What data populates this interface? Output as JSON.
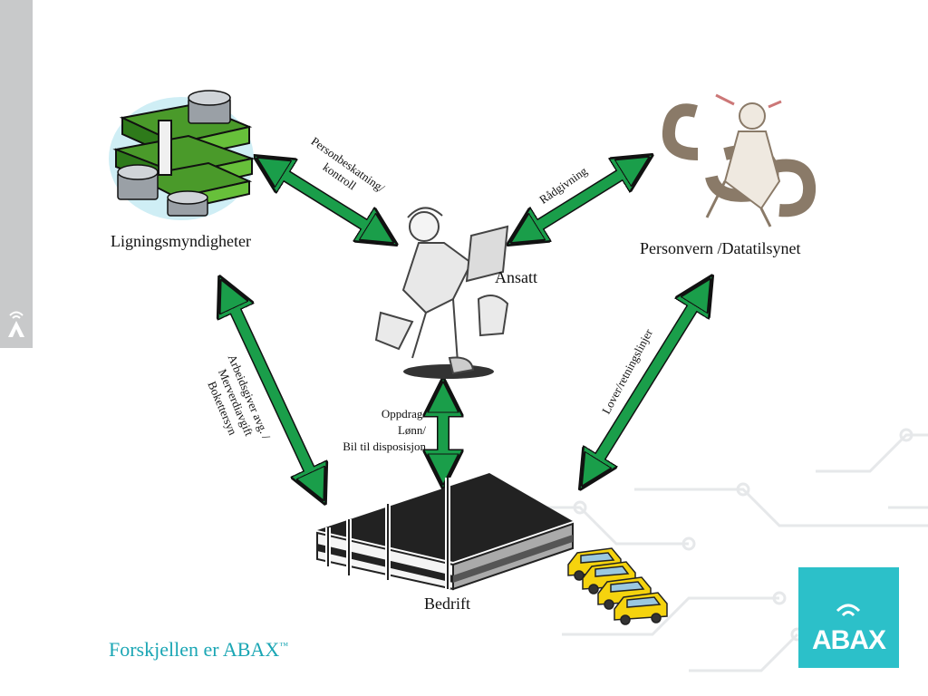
{
  "nodes": {
    "tax": "Ligningsmyndigheter",
    "privacy": "Personvern /Datatilsynet",
    "employee": "Ansatt",
    "company": "Bedrift"
  },
  "edges": {
    "tax_employee": [
      "Personbeskatning/",
      "kontroll"
    ],
    "employee_privacy": "Rådgivning",
    "tax_company": [
      "Arbeidsgiver avg. /",
      "Merverdiavgift",
      "Bokettersyn"
    ],
    "privacy_company": "Lover/retningslinjer",
    "employee_company": [
      "Oppdrag/",
      "Lønn/",
      "Bil til disposisjon"
    ]
  },
  "footer": {
    "slogan": "Forskjellen er ABAX",
    "trademark": "™",
    "logo_text": "ABAX"
  },
  "colors": {
    "arrow": "#1a9e4a",
    "brand": "#2cc0c9",
    "slogan": "#1aa6b4",
    "sidebar": "#c8c9ca"
  },
  "icons": [
    "money-stack-icon",
    "worker-icon",
    "privacy-figure-icon",
    "office-building-icon",
    "yellow-cars-icon",
    "abax-logo-icon",
    "circuit-pattern-icon"
  ]
}
